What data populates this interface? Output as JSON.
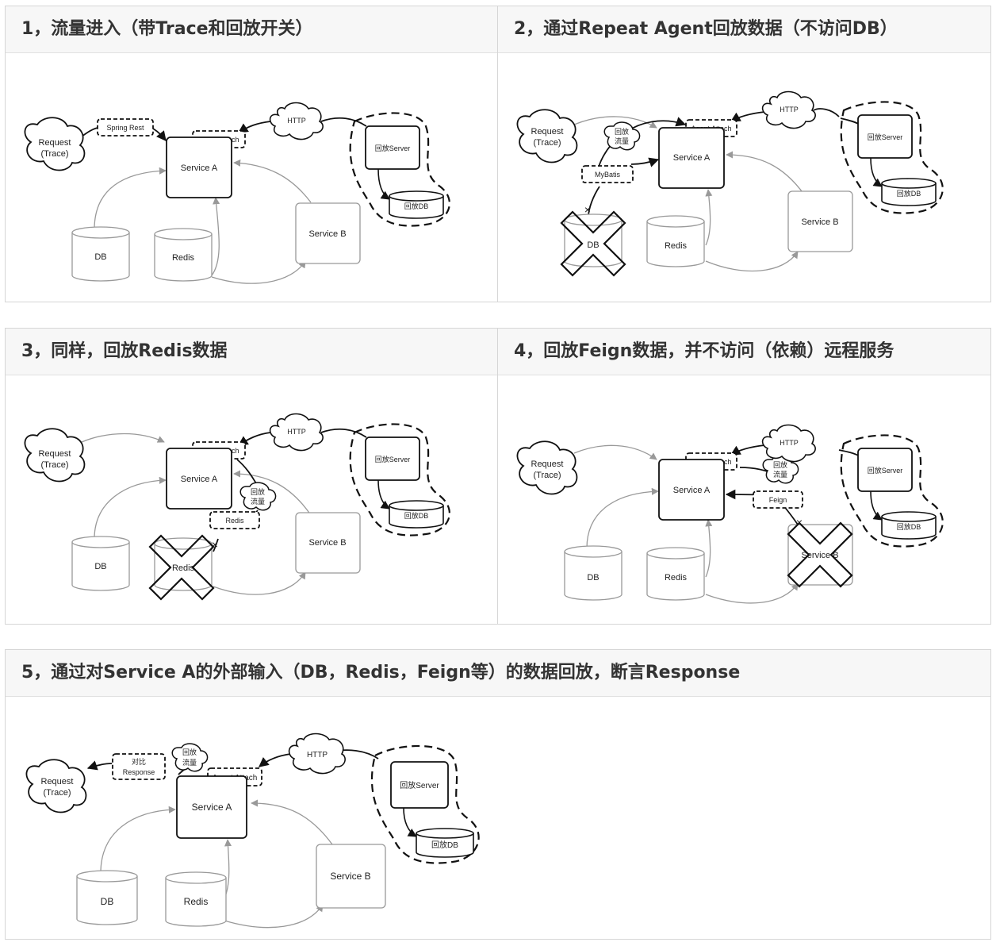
{
  "panels": [
    {
      "title": "1，流量进入（带Trace和回放开关）"
    },
    {
      "title": "2，通过Repeat Agent回放数据（不访问DB）"
    },
    {
      "title": "3，同样，回放Redis数据"
    },
    {
      "title": "4，回放Feign数据，并不访问（依赖）远程服务"
    },
    {
      "title": "5，通过对Service A的外部输入（DB，Redis，Feign等）的数据回放，断言Response"
    }
  ],
  "labels": {
    "request": "Request",
    "trace": "(Trace)",
    "spring_rest": "Spring Rest",
    "agent_attach": "Agent Attach",
    "http": "HTTP",
    "service_a": "Service A",
    "service_b": "Service B",
    "db": "DB",
    "redis": "Redis",
    "replay_server": "回放Server",
    "replay_db": "回放DB",
    "replay": "回放",
    "traffic": "流量",
    "mybatis": "MyBatis",
    "redis_tag": "Redis",
    "feign": "Feign",
    "compare": "对比",
    "response": "Response"
  }
}
